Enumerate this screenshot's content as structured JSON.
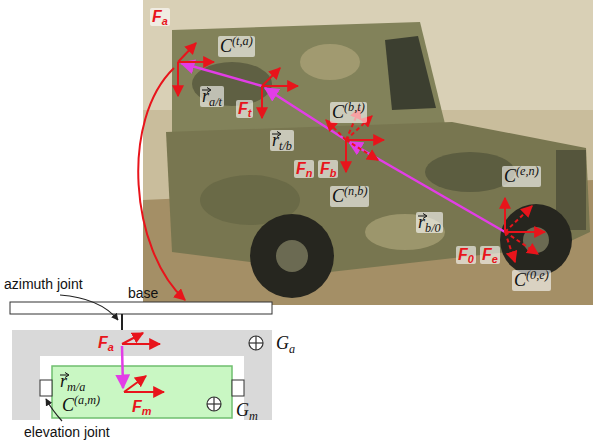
{
  "diagram": {
    "nodes": [
      {
        "text": [
          "base"
        ]
      },
      {
        "text": [
          "Fa",
          "Ga"
        ]
      },
      {
        "text": [
          "C(a,m)",
          "Fm",
          "Gm"
        ],
        "in": 1
      }
    ],
    "labels": [
      "Fa",
      "C(t,a)",
      "ra/t",
      "Ft",
      "C(b,t)",
      "rt/b",
      "Fn",
      "Fb",
      "C(n,b)",
      "C(e,n)",
      "rb/0",
      "F0",
      "Fe",
      "C(0,e)",
      "azimuth joint",
      "rm/a",
      "elevation joint"
    ]
  }
}
